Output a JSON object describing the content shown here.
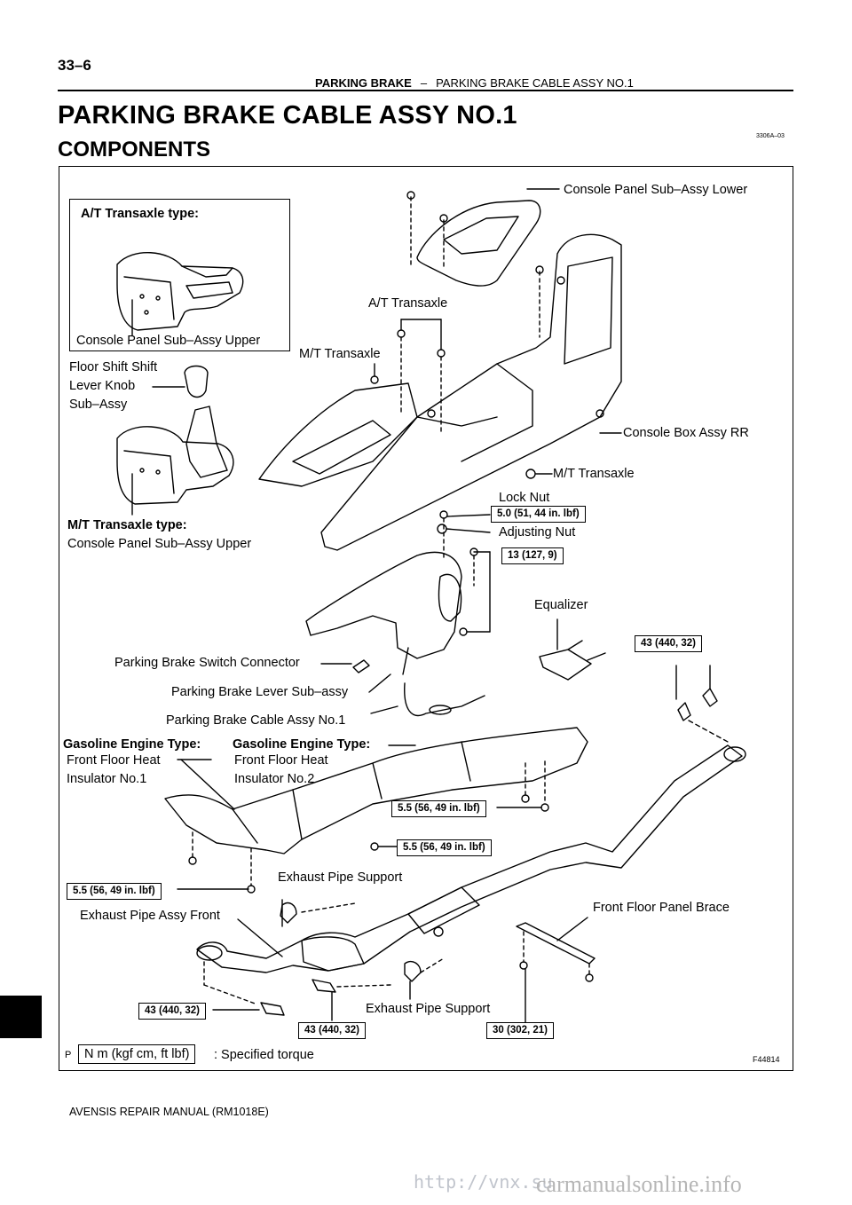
{
  "header": {
    "page_number": "33–6",
    "section": "PARKING BRAKE",
    "separator": "–",
    "subsection": "PARKING BRAKE CABLE ASSY NO.1"
  },
  "title": "PARKING BRAKE CABLE ASSY NO.1",
  "subtitle": "COMPONENTS",
  "doc_code": "3306A–03",
  "figure": {
    "inset_title": "A/T Transaxle type:",
    "inset_label": "Console Panel Sub–Assy Upper",
    "labels": {
      "console_panel_lower": "Console Panel Sub–Assy Lower",
      "at_transaxle": "A/T Transaxle",
      "mt_transaxle_1": "M/T Transaxle",
      "floor_shift_knob": "Floor Shift Shift\nLever Knob\nSub–Assy",
      "console_box": "Console Box Assy RR",
      "mt_transaxle_2": "M/T Transaxle",
      "lock_nut": "Lock Nut",
      "adjusting_nut": "Adjusting Nut",
      "mt_type_title": "M/T Transaxle type:",
      "mt_type_label": "Console Panel Sub–Assy Upper",
      "equalizer": "Equalizer",
      "switch_connector": "Parking Brake Switch Connector",
      "lever_sub_assy": "Parking Brake Lever Sub–assy",
      "cable_assy": "Parking Brake  Cable Assy No.1",
      "gas_type_1": "Gasoline Engine Type:",
      "gas_type_2": "Gasoline Engine Type:",
      "insulator_1": "Front Floor Heat\nInsulator No.1",
      "insulator_2": "Front Floor Heat\nInsulator No.2",
      "exhaust_support_1": "Exhaust Pipe Support",
      "exhaust_front": "Exhaust Pipe Assy Front",
      "floor_panel_brace": "Front Floor Panel Brace",
      "exhaust_support_2": "Exhaust Pipe Support"
    },
    "torques": {
      "t_lock": "5.0 (51, 44 in. lbf)",
      "t_lever": "13 (127, 9)",
      "t_pipe_top": "43 (440, 32)",
      "t_ins_a": "5.5 (56, 49 in. lbf)",
      "t_ins_b": "5.5 (56, 49 in. lbf)",
      "t_ins_c": "5.5 (56, 49 in. lbf)",
      "t_bolt_left": "43 (440, 32)",
      "t_bolt_mid": "43 (440, 32)",
      "t_brace": "30 (302, 21)"
    },
    "legend_prefix": "P",
    "legend_unit": "N m (kgf cm, ft lbf)",
    "legend_text": ": Specified torque",
    "figure_code": "F44814"
  },
  "footer": "AVENSIS REPAIR MANUAL   (RM1018E)",
  "watermark": "carmanualsonline.info",
  "watermark_url": "http://vnx.su"
}
